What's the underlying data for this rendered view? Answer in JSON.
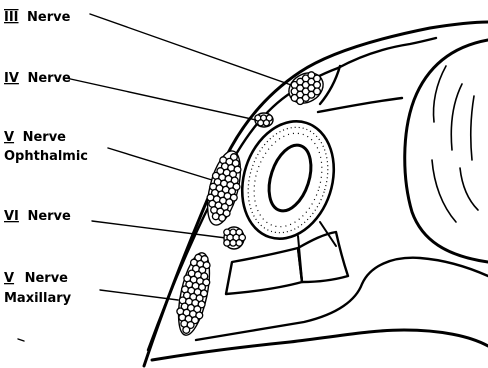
{
  "labels": {
    "nerve_iii": {
      "roman": "III",
      "word": "Nerve"
    },
    "nerve_iv": {
      "roman": "IV",
      "word": "Nerve"
    },
    "nerve_v_ophthalmic": {
      "roman": "V",
      "word": "Nerve",
      "branch": "Ophthalmic"
    },
    "nerve_vi": {
      "roman": "VI",
      "word": "Nerve"
    },
    "nerve_v_maxillary": {
      "roman": "V",
      "word": "Nerve",
      "branch": "Maxillary"
    }
  }
}
